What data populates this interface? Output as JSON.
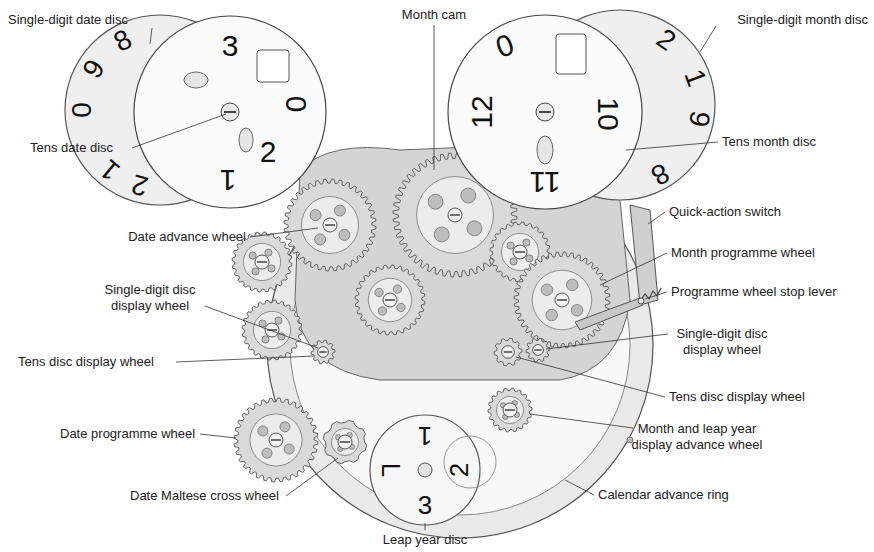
{
  "diagram": {
    "labels": [
      "Month cam",
      "Single-digit date disc",
      "Tens date disc",
      "Date advance wheel",
      "Single-digit disc display wheel",
      "Tens disc display wheel",
      "Date programme wheel",
      "Date Maltese cross wheel",
      "Leap year disc",
      "Single-digit month disc",
      "Tens month disc",
      "Quick-action switch",
      "Month programme wheel",
      "Programme wheel stop lever",
      "Single-digit disc display wheel",
      "Tens disc display wheel",
      "Month and leap year display advance wheel",
      "Calendar advance ring",
      "8",
      "9",
      "0",
      "1",
      "2",
      "3",
      "0",
      "2",
      "1",
      "0",
      "12",
      "10",
      "11",
      "2",
      "1",
      "9",
      "8",
      "1",
      "2",
      "3",
      "L"
    ]
  }
}
